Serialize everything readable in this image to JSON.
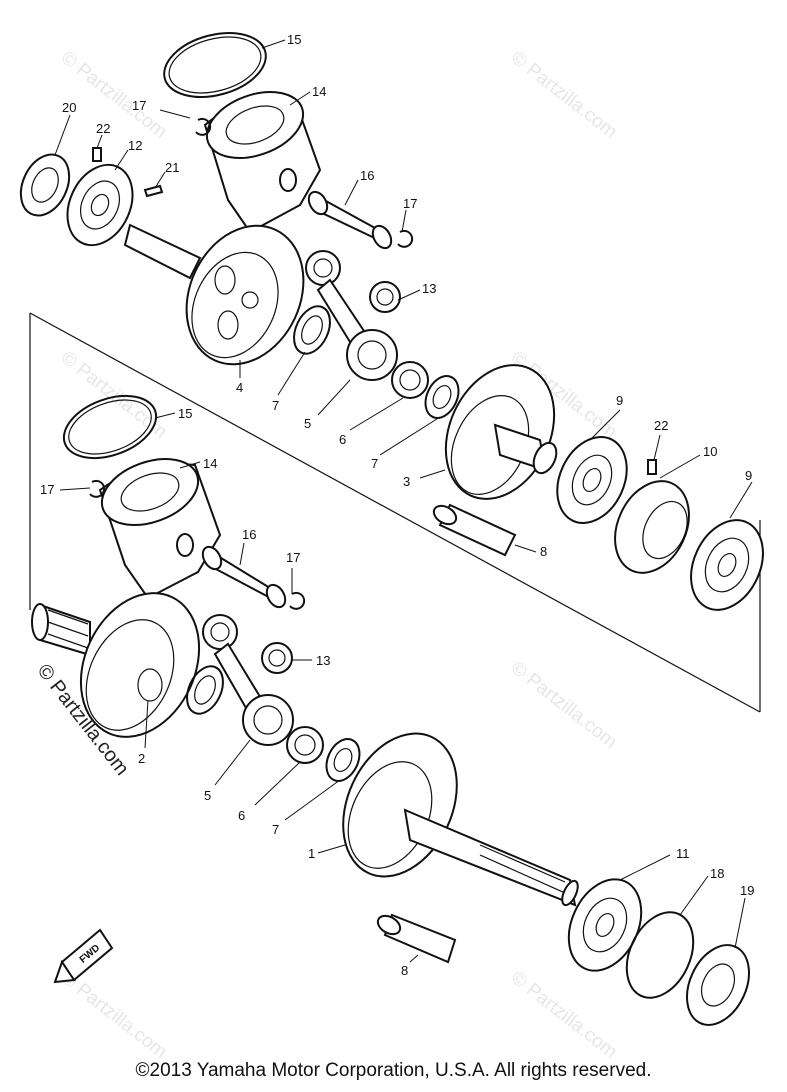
{
  "watermark": "© Partzilla.com",
  "fwd_label": "FWD",
  "copyright": "©2013 Yamaha Motor Corporation, U.S.A. All rights reserved.",
  "callouts": {
    "c15a": "15",
    "c14a": "14",
    "c17a": "17",
    "c20": "20",
    "c22a": "22",
    "c12": "12",
    "c21": "21",
    "c16a": "16",
    "c17b": "17",
    "c13a": "13",
    "c4": "4",
    "c7a": "7",
    "c5a": "5",
    "c6a": "6",
    "c7b": "7",
    "c3": "3",
    "c9a": "9",
    "c22b": "22",
    "c10": "10",
    "c9b": "9",
    "c8a": "8",
    "c15b": "15",
    "c17c": "17",
    "c14b": "14",
    "c16b": "16",
    "c17d": "17",
    "c13b": "13",
    "c2": "2",
    "c5b": "5",
    "c6b": "6",
    "c7c": "7",
    "c1": "1",
    "c11": "11",
    "c18": "18",
    "c19": "19",
    "c8b": "8"
  }
}
